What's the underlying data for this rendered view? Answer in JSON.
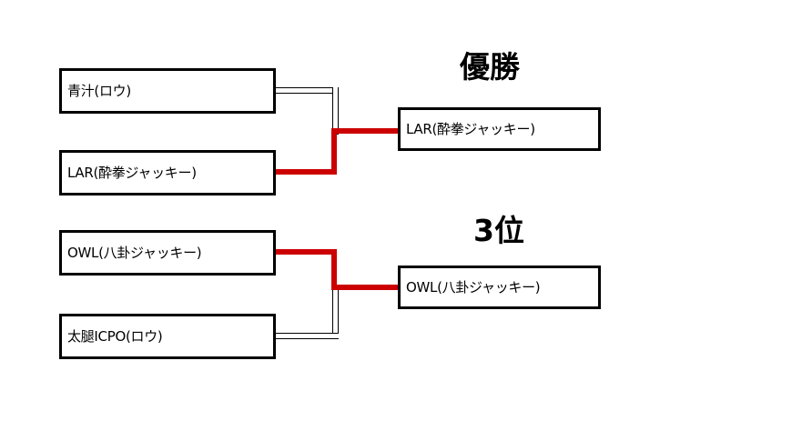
{
  "bracket": {
    "headings": {
      "champion": "優勝",
      "third_place": "3位"
    },
    "round1": {
      "match1": {
        "top": {
          "label": "青汁(ロウ)",
          "result": "loser"
        },
        "bottom": {
          "label": "LAR(酔拳ジャッキー)",
          "result": "winner"
        }
      },
      "match2": {
        "top": {
          "label": "OWL(八卦ジャッキー)",
          "result": "winner"
        },
        "bottom": {
          "label": "太腿ICPO(ロウ)",
          "result": "loser"
        }
      }
    },
    "round2": {
      "final": {
        "label": "LAR(酔拳ジャッキー)"
      },
      "third_place": {
        "label": "OWL(八卦ジャッキー)"
      }
    },
    "colors": {
      "winner_line": "#cc0000",
      "loser_line": "#000000",
      "box_border": "#000000",
      "background": "#ffffff"
    }
  }
}
